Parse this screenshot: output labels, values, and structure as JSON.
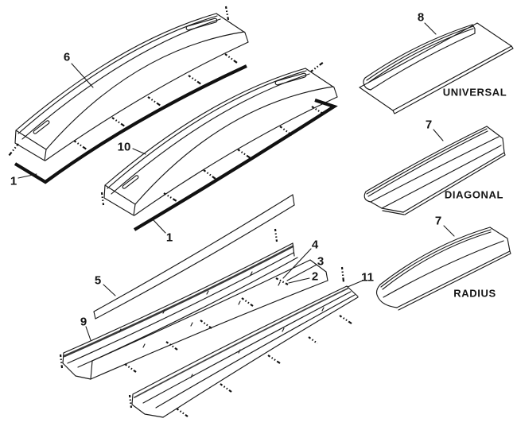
{
  "diagram": {
    "colors": {
      "background": "#ffffff",
      "line": "#1a1a1a",
      "seal_strip": "#111111",
      "rail_seal_stripe": "#3a3a3a"
    },
    "callouts": [
      {
        "text": "6"
      },
      {
        "text": "1"
      },
      {
        "text": "10"
      },
      {
        "text": "1"
      },
      {
        "text": "5"
      },
      {
        "text": "9"
      },
      {
        "text": "4"
      },
      {
        "text": "3"
      },
      {
        "text": "2"
      },
      {
        "text": "11"
      },
      {
        "text": "8"
      },
      {
        "text": "7"
      },
      {
        "text": "7"
      }
    ],
    "part_labels": [
      {
        "text": "UNIVERSAL"
      },
      {
        "text": "DIAGONAL"
      },
      {
        "text": "RADIUS"
      }
    ]
  }
}
